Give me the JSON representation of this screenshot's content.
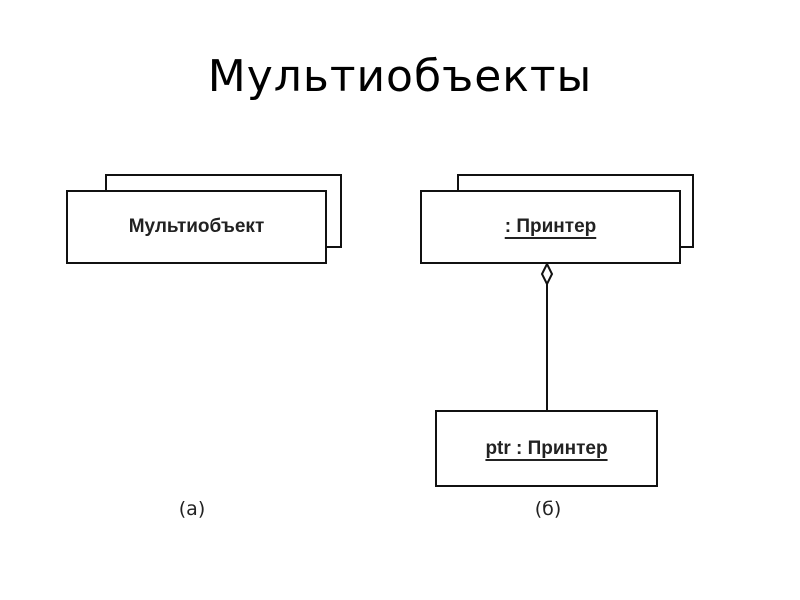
{
  "title": "Мультиобъекты",
  "diagram_a": {
    "multiobject_label": "Мультиобъект",
    "caption": "(а)"
  },
  "diagram_b": {
    "multiobject_label": ": Принтер",
    "object_label": "ptr : Принтер",
    "caption": "(б)"
  }
}
